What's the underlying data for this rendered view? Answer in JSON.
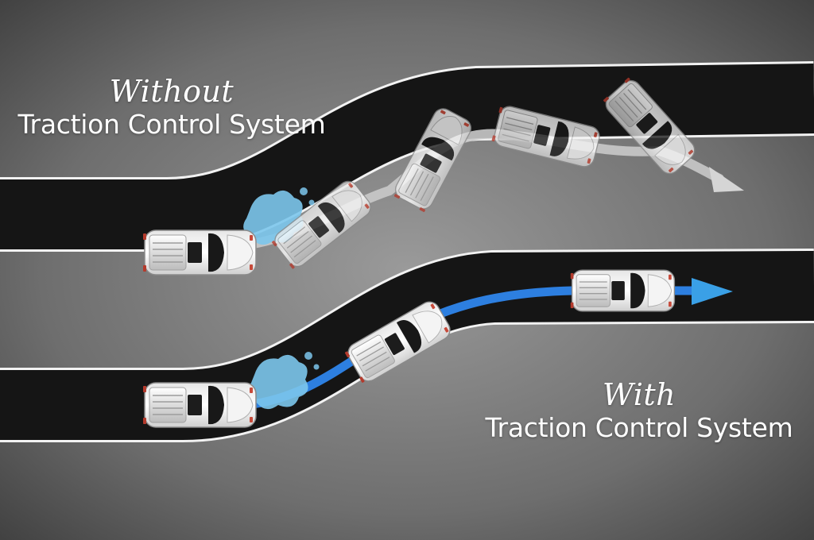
{
  "captions": {
    "without": {
      "emphasis": "Without",
      "label": "Traction Control System"
    },
    "with": {
      "emphasis": "With",
      "label": "Traction Control System"
    }
  },
  "icons": {
    "car": "suv-top-view-icon",
    "puddle": "water-puddle-icon",
    "path_arrow": "arrow-right-icon"
  },
  "colors": {
    "background": "#6b6b6b",
    "road": "#151515",
    "road_edge": "#f2f2f2",
    "skid_path": "#c9c9c9",
    "controlled_path": "#2d7fe0",
    "arrow_blue": "#3aa0e6",
    "water": "#7cc6ec",
    "caption": "#ffffff"
  }
}
